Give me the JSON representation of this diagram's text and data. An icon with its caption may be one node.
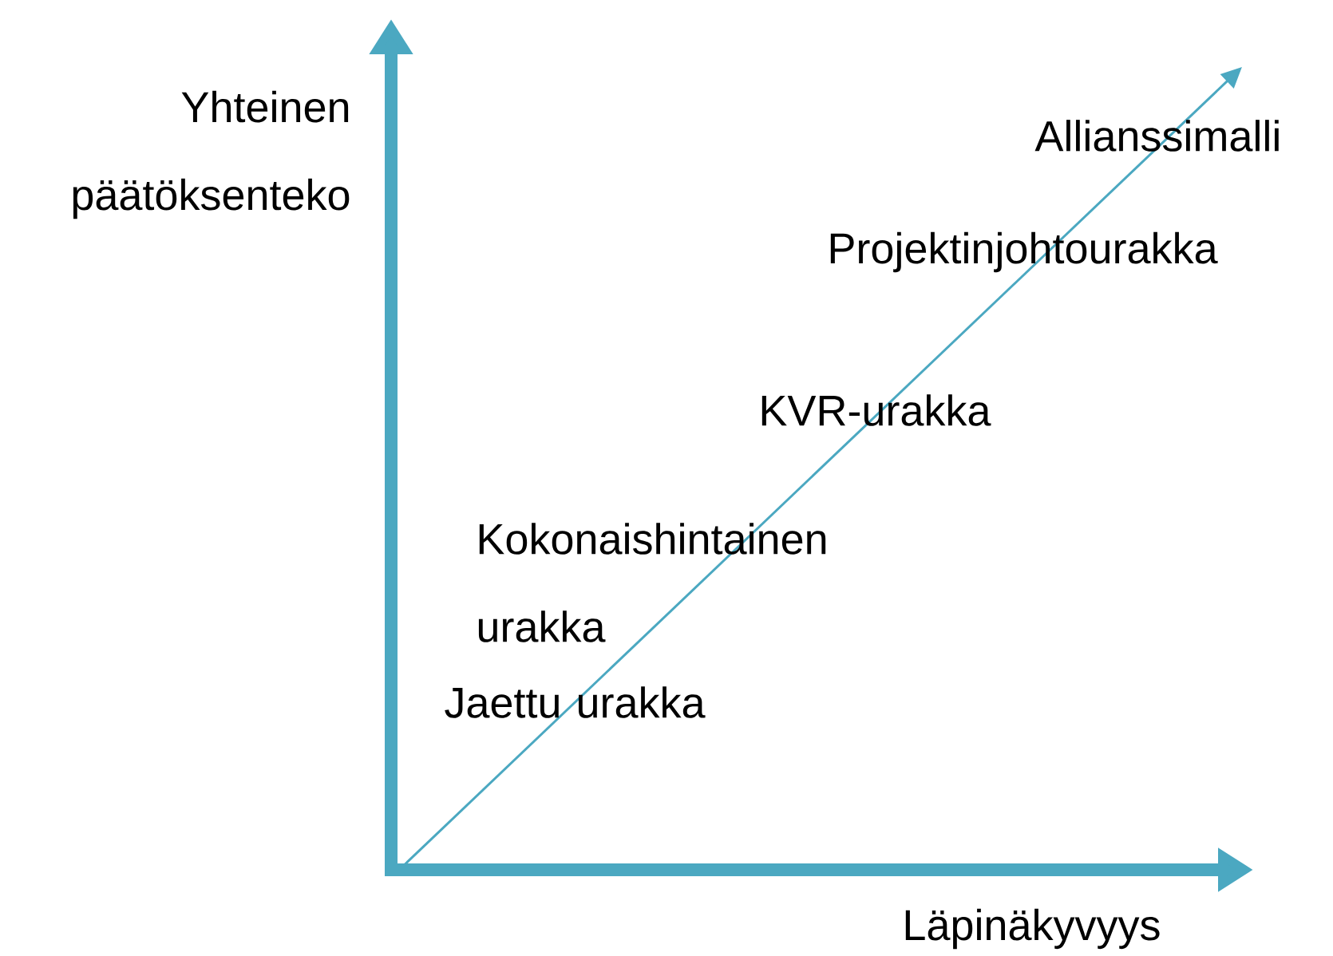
{
  "diagram": {
    "labels": [
      "Yhteinen päätöksenteko",
      "Allianssimalli",
      "Projektinjohtourakka",
      "KVR-urakka",
      "Kokonaishintainen urakka",
      "Jaettu urakka",
      "Läpinäkyvyys"
    ]
  }
}
